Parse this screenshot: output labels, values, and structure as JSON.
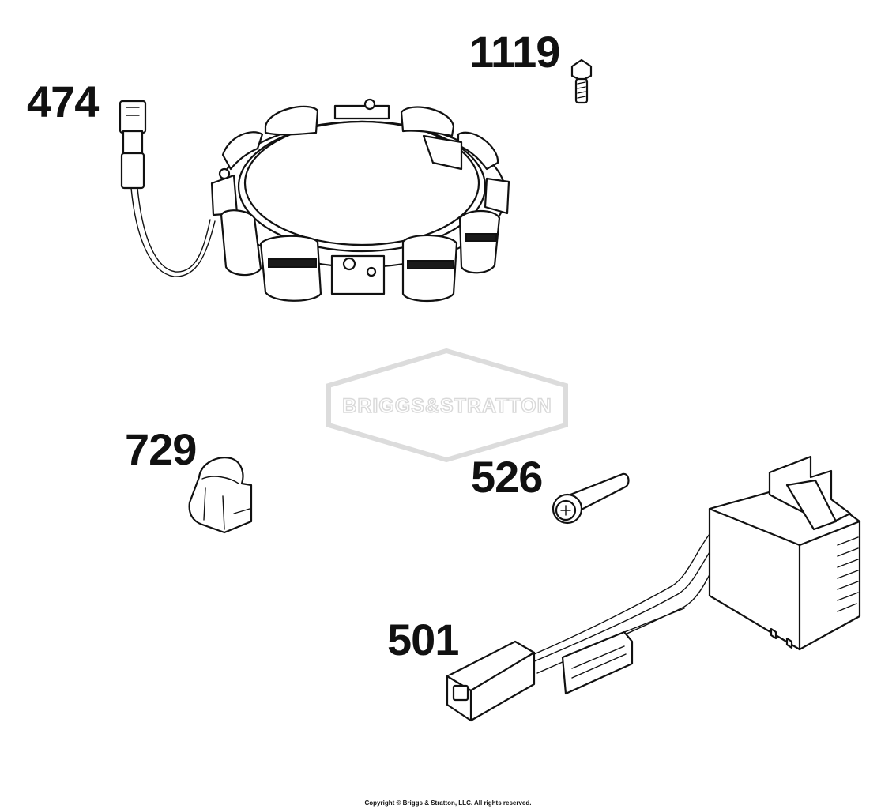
{
  "callouts": [
    {
      "id": "stator",
      "label": "474"
    },
    {
      "id": "bolt",
      "label": "1119"
    },
    {
      "id": "clip",
      "label": "729"
    },
    {
      "id": "screw",
      "label": "526"
    },
    {
      "id": "regulator",
      "label": "501"
    }
  ],
  "watermark": {
    "text": "BRIGGS&STRATTON"
  },
  "copyright": "Copyright © Briggs & Stratton, LLC. All rights reserved."
}
